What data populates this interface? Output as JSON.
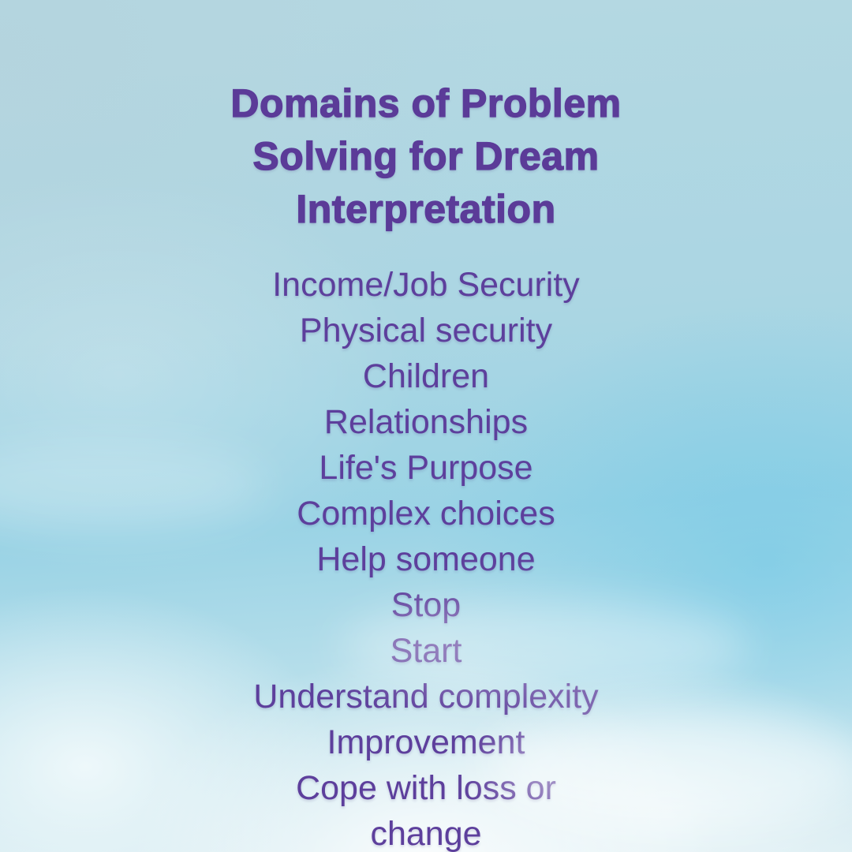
{
  "poster": {
    "title": "Domains of Problem\nSolving for Dream\nInterpretation",
    "items": [
      "Income/Job Security",
      "Physical security",
      "Children",
      "Relationships",
      "Life's Purpose",
      "Complex choices",
      "Help someone",
      "Stop",
      "Start",
      "Understand complexity",
      "Improvement",
      "Cope with loss or\nchange"
    ],
    "colors": {
      "title": "#5b3b98",
      "body": "#5d3f9c",
      "sky_top": "#b5d8e2",
      "sky_accent": "#74c9e6",
      "sky_bottom": "#ddeef3"
    }
  }
}
